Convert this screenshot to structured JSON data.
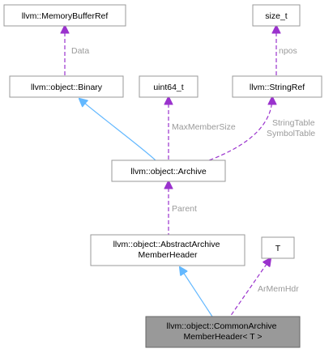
{
  "nodes": {
    "memorybufferref": [
      "llvm::MemoryBufferRef"
    ],
    "size_t": [
      "size_t"
    ],
    "binary": [
      "llvm::object::Binary"
    ],
    "uint64_t": [
      "uint64_t"
    ],
    "stringref": [
      "llvm::StringRef"
    ],
    "archive": [
      "llvm::object::Archive"
    ],
    "abstractarchivememberheader": [
      "llvm::object::AbstractArchive",
      "MemberHeader"
    ],
    "T": [
      "T"
    ],
    "commonarchivememberheader": [
      "llvm::object::CommonArchive",
      "MemberHeader< T >"
    ]
  },
  "edge_labels": {
    "data": [
      "Data"
    ],
    "npos": [
      "npos"
    ],
    "maxmembersize": [
      "MaxMemberSize"
    ],
    "stringtable_symboltable": [
      "StringTable",
      "SymbolTable"
    ],
    "parent": [
      "Parent"
    ],
    "armemhdr": [
      "ArMemHdr"
    ]
  },
  "colors": {
    "inheritance_edge": "#63b8ff",
    "usage_edge": "#9a32cd",
    "edge_label": "#9a9a9a",
    "focus_node_fill": "#999999"
  }
}
